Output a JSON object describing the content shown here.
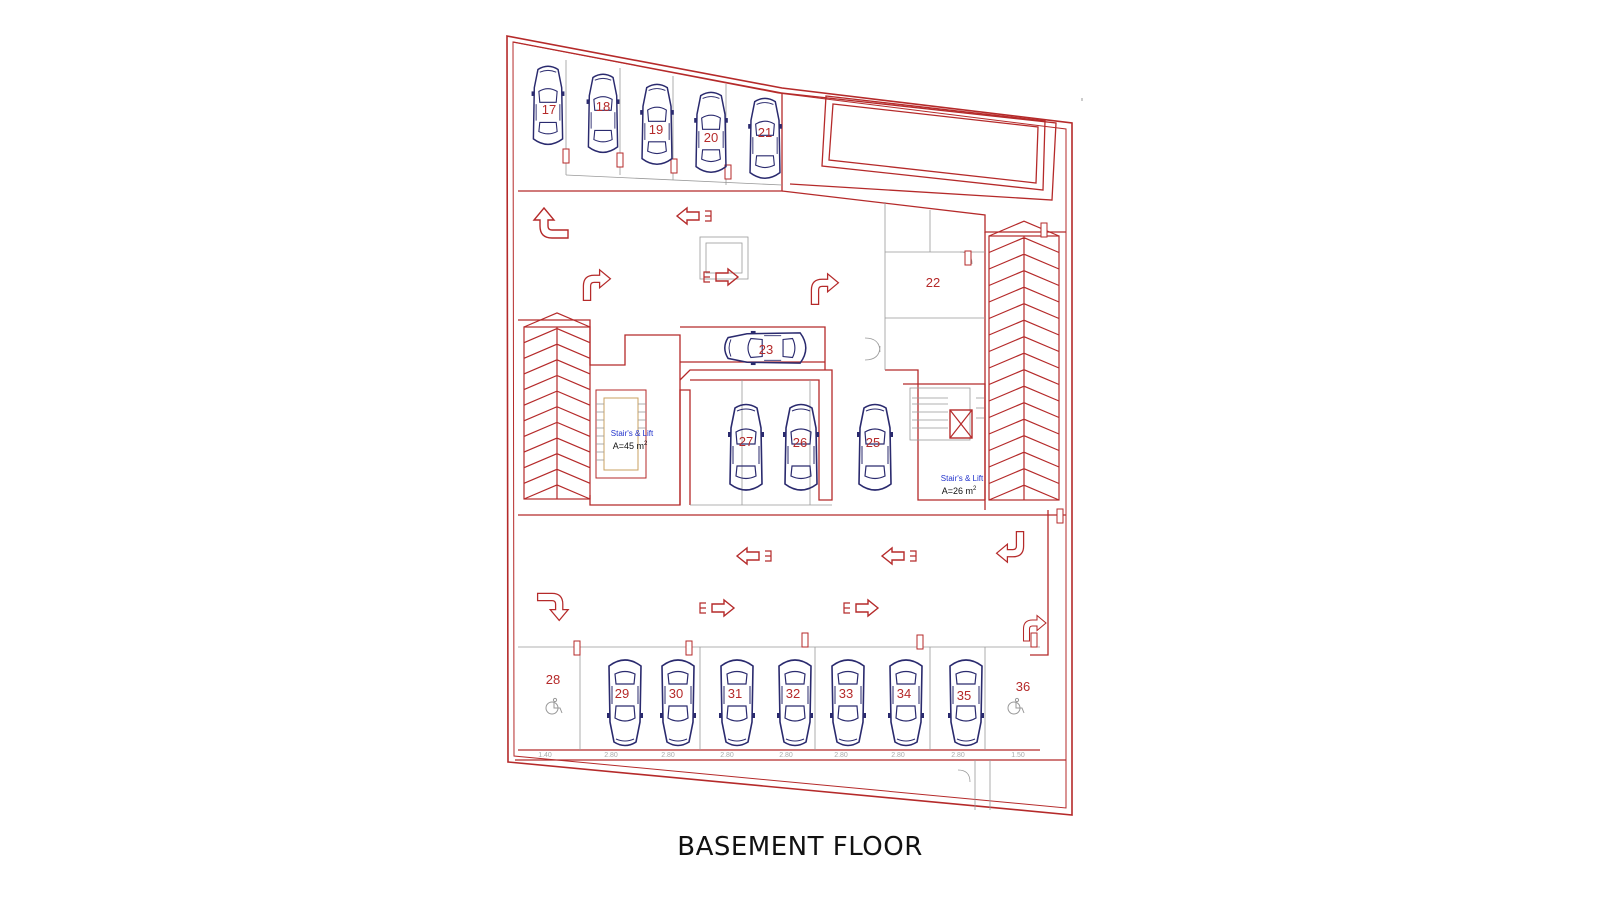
{
  "title": "BASEMENT FLOOR",
  "colors": {
    "wall": "#b52a2a",
    "car": "#2a2a6e",
    "stair_label": "#2233cc",
    "thin": "#999999"
  },
  "parking_spaces": [
    {
      "number": "17"
    },
    {
      "number": "18"
    },
    {
      "number": "19"
    },
    {
      "number": "20"
    },
    {
      "number": "21"
    },
    {
      "number": "22"
    },
    {
      "number": "23"
    },
    {
      "number": "25"
    },
    {
      "number": "26"
    },
    {
      "number": "27"
    },
    {
      "number": "28"
    },
    {
      "number": "29"
    },
    {
      "number": "30"
    },
    {
      "number": "31"
    },
    {
      "number": "32"
    },
    {
      "number": "33"
    },
    {
      "number": "34"
    },
    {
      "number": "35"
    },
    {
      "number": "36"
    }
  ],
  "stairs": [
    {
      "name": "Stair's & Lift",
      "area": "A=45 m"
    },
    {
      "name": "Stair's & Lift",
      "area": "A=26 m"
    }
  ],
  "area_unit_superscript": "2",
  "dimension_labels": [
    "1.40",
    "2.80",
    "2.80",
    "2.80",
    "2.80",
    "2.80",
    "2.80",
    "2.80",
    "1.50"
  ],
  "icons": [
    "car-icon",
    "flow-arrow-icon",
    "wheelchair-icon",
    "ramp-hatch-icon"
  ]
}
